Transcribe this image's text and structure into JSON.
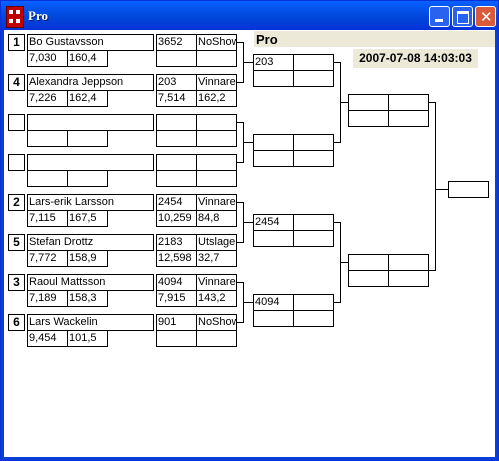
{
  "window": {
    "title": "Pro"
  },
  "header": {
    "label": "Pro",
    "timestamp": "2007-07-08 14:03:03"
  },
  "seeds": [
    "1",
    "4",
    "2",
    "5",
    "3",
    "6"
  ],
  "players": [
    {
      "name": "Bo Gustavsson",
      "avg": "7,030",
      "points": "160,4",
      "score": "3652",
      "status": "NoShow",
      "r_avg": "",
      "r_pts": ""
    },
    {
      "name": "Alexandra Jeppson",
      "avg": "7,226",
      "points": "162,4",
      "score": "203",
      "status": "Vinnare",
      "r_avg": "7,514",
      "r_pts": "162,2"
    },
    {
      "name": "Lars-erik Larsson",
      "avg": "7,115",
      "points": "167,5",
      "score": "2454",
      "status": "Vinnare",
      "r_avg": "10,259",
      "r_pts": "84,8"
    },
    {
      "name": "Stefan Drottz",
      "avg": "7,772",
      "points": "158,9",
      "score": "2183",
      "status": "Utslagen",
      "r_avg": "12,598",
      "r_pts": "32,7"
    },
    {
      "name": "Raoul Mattsson",
      "avg": "7,189",
      "points": "158,3",
      "score": "4094",
      "status": "Vinnare",
      "r_avg": "7,915",
      "r_pts": "143,2"
    },
    {
      "name": "Lars Wackelin",
      "avg": "9,454",
      "points": "101,5",
      "score": "901",
      "status": "NoShow",
      "r_avg": "",
      "r_pts": ""
    }
  ],
  "round2": [
    "203",
    "",
    "2454",
    "4094"
  ]
}
